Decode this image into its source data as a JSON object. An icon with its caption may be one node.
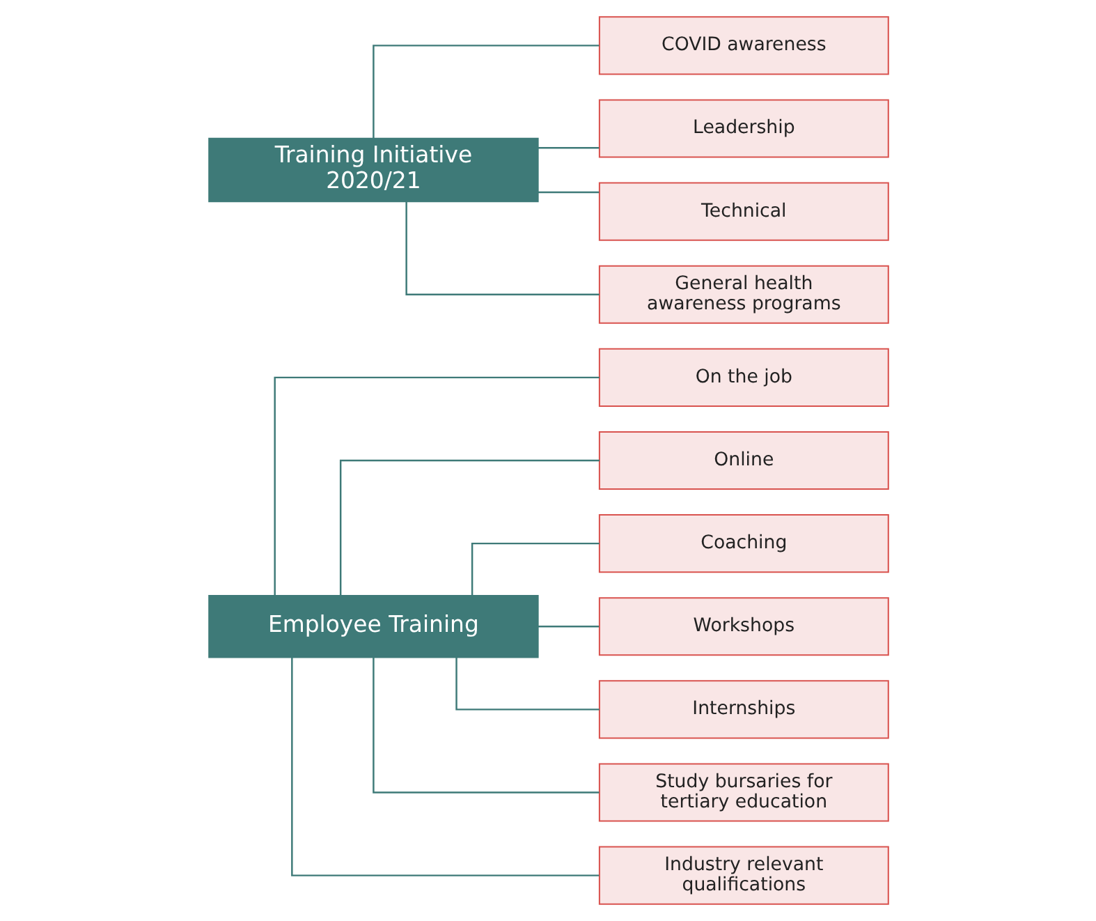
{
  "diagram": {
    "nodes": [
      {
        "text": [
          "Employee Training"
        ]
      },
      {
        "text": [
          "On the job"
        ]
      },
      {
        "text": [
          "Online"
        ]
      },
      {
        "text": [
          "Coaching"
        ]
      },
      {
        "text": [
          "Workshops"
        ]
      },
      {
        "text": [
          "Internships"
        ]
      },
      {
        "text": [
          "Study bursaries for tertiary education"
        ]
      },
      {
        "text": [
          "Industry relevant qualifications"
        ]
      },
      {
        "text": [
          "Training Initiative 2020/21"
        ]
      },
      {
        "text": [
          "COVID awareness"
        ]
      },
      {
        "text": [
          "Leadership"
        ]
      },
      {
        "text": [
          "Technical"
        ]
      },
      {
        "text": [
          "General health awareness programs"
        ]
      }
    ],
    "edges": [
      {
        "from": 0,
        "to": 1,
        "arrow": "none"
      },
      {
        "from": 0,
        "to": 2,
        "arrow": "none"
      },
      {
        "from": 0,
        "to": 3,
        "arrow": "none"
      },
      {
        "from": 0,
        "to": 4,
        "arrow": "none"
      },
      {
        "from": 0,
        "to": 5,
        "arrow": "none"
      },
      {
        "from": 0,
        "to": 6,
        "arrow": "none"
      },
      {
        "from": 0,
        "to": 7,
        "arrow": "none"
      },
      {
        "from": 8,
        "to": 9,
        "arrow": "none"
      },
      {
        "from": 8,
        "to": 10,
        "arrow": "none"
      },
      {
        "from": 8,
        "to": 11,
        "arrow": "none"
      },
      {
        "from": 8,
        "to": 12,
        "arrow": "none"
      }
    ]
  }
}
